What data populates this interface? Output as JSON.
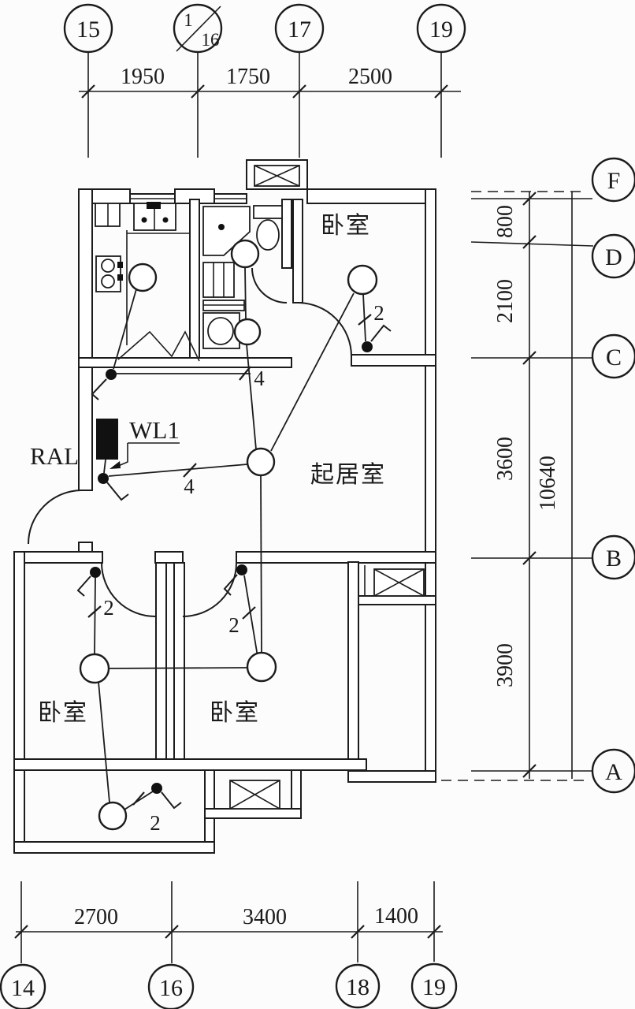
{
  "axes": {
    "top": {
      "bubbles": [
        {
          "label": "15"
        },
        {
          "frac_top": "1",
          "frac_bottom": "16"
        },
        {
          "label": "17"
        },
        {
          "label": "19"
        }
      ],
      "dims": [
        "1950",
        "1750",
        "2500"
      ]
    },
    "right": {
      "bubbles": [
        "F",
        "D",
        "C",
        "B",
        "A"
      ],
      "dims": [
        "800",
        "2100",
        "3600",
        "3900"
      ],
      "overall": "10640"
    },
    "bottom": {
      "bubbles": [
        "14",
        "16",
        "18",
        "19"
      ],
      "dims": [
        "2700",
        "3400",
        "1400"
      ]
    }
  },
  "rooms": {
    "bedroom_top": "卧室",
    "living": "起居室",
    "bedroom_left": "卧室",
    "bedroom_right": "卧室"
  },
  "electrical": {
    "panel": "RAL",
    "circuit": "WL1",
    "counts": {
      "feed": "4",
      "bath": "4",
      "bed_top": "2",
      "bed_left": "2",
      "bed_right": "2",
      "balcony": "2"
    }
  }
}
